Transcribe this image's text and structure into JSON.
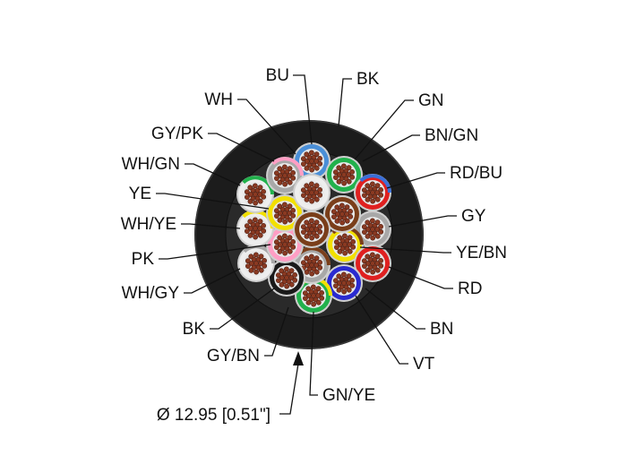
{
  "diameter_label": "Ø 12.95 [0.51\"]",
  "colors": {
    "jacket": "#1c1c1c",
    "jacket_rim": "#3a3a3a",
    "copper": "#8a3a22",
    "insulation_base": "#dcdcdc"
  },
  "conductors": [
    {
      "label": "BU",
      "color": "#4a8fd8",
      "stripe": ""
    },
    {
      "label": "BK",
      "color": "#1a1a1a",
      "stripe": ""
    },
    {
      "label": "GN",
      "color": "#22b14c",
      "stripe": ""
    },
    {
      "label": "BN/GN",
      "color": "#7a3e1a",
      "stripe": "#22b14c"
    },
    {
      "label": "RD/BU",
      "color": "#e02020",
      "stripe": "#3a6fd8"
    },
    {
      "label": "GY",
      "color": "#a8a8a8",
      "stripe": ""
    },
    {
      "label": "YE/BN",
      "color": "#f2e000",
      "stripe": "#7a3e1a"
    },
    {
      "label": "RD",
      "color": "#e02020",
      "stripe": ""
    },
    {
      "label": "BN",
      "color": "#7a3e1a",
      "stripe": ""
    },
    {
      "label": "VT",
      "color": "#2a2ad0",
      "stripe": ""
    },
    {
      "label": "GN/YE",
      "color": "#22b14c",
      "stripe": "#f2e000"
    },
    {
      "label": "GY/BN",
      "color": "#a8a8a8",
      "stripe": "#7a3e1a"
    },
    {
      "label": "BK",
      "color": "#1a1a1a",
      "stripe": ""
    },
    {
      "label": "WH/GY",
      "color": "#eeeeee",
      "stripe": "#a8a8a8"
    },
    {
      "label": "PK",
      "color": "#ff9ec4",
      "stripe": ""
    },
    {
      "label": "WH/YE",
      "color": "#eeeeee",
      "stripe": "#f2e000"
    },
    {
      "label": "YE",
      "color": "#f2e000",
      "stripe": ""
    },
    {
      "label": "WH/GN",
      "color": "#eeeeee",
      "stripe": "#22b14c"
    },
    {
      "label": "GY/PK",
      "color": "#a8a8a8",
      "stripe": "#ff9ec4"
    },
    {
      "label": "WH",
      "color": "#eeeeee",
      "stripe": ""
    }
  ]
}
